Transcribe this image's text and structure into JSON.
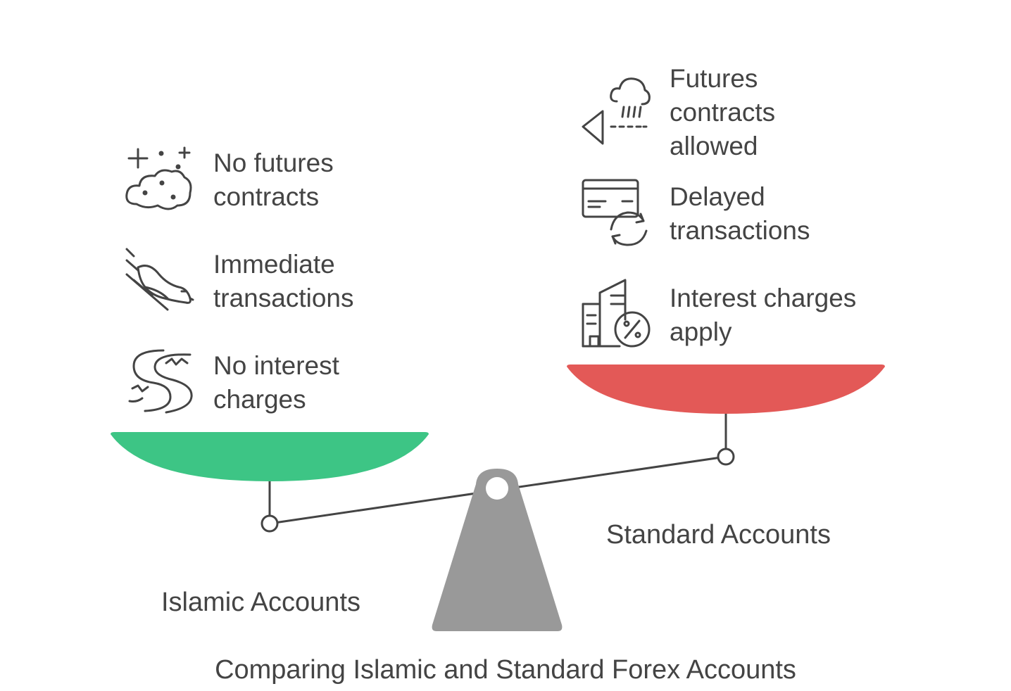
{
  "title": "Comparing Islamic and Standard Forex Accounts",
  "islamic": {
    "label": "Islamic Accounts",
    "pan_color": "#3dc585",
    "items": [
      {
        "icon": "constellation-cloud-icon",
        "text": "No futures\ncontracts"
      },
      {
        "icon": "bird-flying-icon",
        "text": "Immediate\ntransactions"
      },
      {
        "icon": "river-icon",
        "text": "No interest\ncharges"
      }
    ]
  },
  "standard": {
    "label": "Standard Accounts",
    "pan_color": "#e35957",
    "items": [
      {
        "icon": "forecast-vision-icon",
        "text": "Futures\ncontracts\nallowed"
      },
      {
        "icon": "card-refresh-icon",
        "text": "Delayed\ntransactions"
      },
      {
        "icon": "building-percent-icon",
        "text": "Interest charges\napply"
      }
    ]
  },
  "fulcrum_color": "#999999",
  "line_color": "#444444"
}
